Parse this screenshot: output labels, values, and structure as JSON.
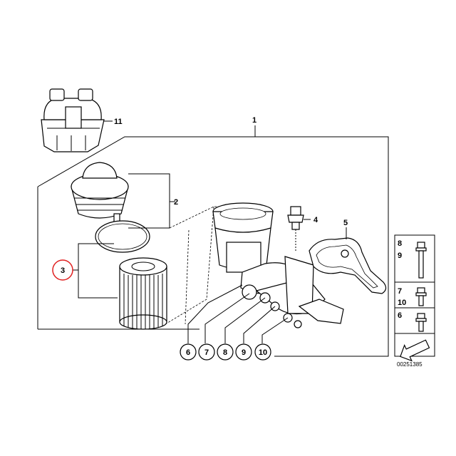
{
  "labels": {
    "assembly": "1",
    "cap": "2",
    "filter": "3",
    "sensor": "4",
    "gasket": "5",
    "tool": "11",
    "bottom": [
      "6",
      "7",
      "8",
      "9",
      "10"
    ],
    "legend": [
      "8",
      "9",
      "7",
      "10",
      "6"
    ]
  },
  "highlight": {
    "label": "3",
    "color": "#e02020"
  },
  "reference": "00251385"
}
